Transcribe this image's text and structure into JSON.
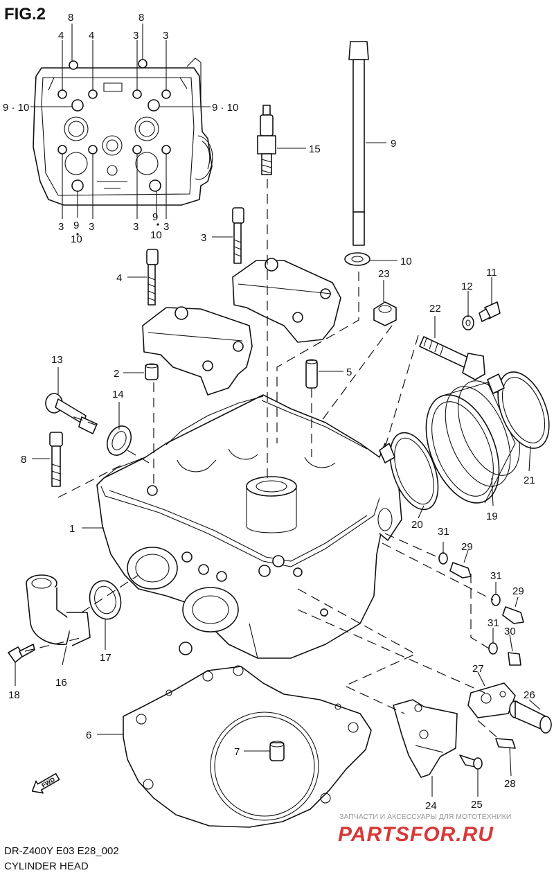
{
  "figure_label": "FIG.2",
  "footer": {
    "model_code": "DR-Z400Y E03 E28_002",
    "title": "CYLINDER HEAD"
  },
  "watermark": {
    "tagline": "ЗАПЧАСТИ И АКСЕССУАРЫ ДЛЯ МОТОТЕХНИКИ",
    "logo": "PARTSFOR.RU"
  },
  "direction_arrow": "FWD",
  "callouts": {
    "inset_top_8a": "8",
    "inset_top_8b": "8",
    "inset_top_4a": "4",
    "inset_top_4b": "4",
    "inset_top_3a": "3",
    "inset_top_3b": "3",
    "inset_left_9_10": "9 · 10",
    "inset_right_9_10": "9 · 10",
    "inset_bot_3a": "3",
    "inset_bot_9a": "9",
    "inset_bot_10a": "10",
    "inset_bot_3b": "3",
    "inset_bot_3c": "3",
    "inset_bot_9b": "9",
    "inset_bot_10b": "10",
    "inset_bot_3d": "3",
    "p1": "1",
    "p2": "2",
    "p3": "3",
    "p4": "4",
    "p5": "5",
    "p6": "6",
    "p7": "7",
    "p8": "8",
    "p9": "9",
    "p10": "10",
    "p11": "11",
    "p12": "12",
    "p13": "13",
    "p14": "14",
    "p15": "15",
    "p16": "16",
    "p17": "17",
    "p18": "18",
    "p19": "19",
    "p20": "20",
    "p21": "21",
    "p22": "22",
    "p23": "23",
    "p24": "24",
    "p25": "25",
    "p26": "26",
    "p27": "27",
    "p28": "28",
    "p29a": "29",
    "p29b": "29",
    "p30": "30",
    "p31a": "31",
    "p31b": "31",
    "p31c": "31"
  }
}
